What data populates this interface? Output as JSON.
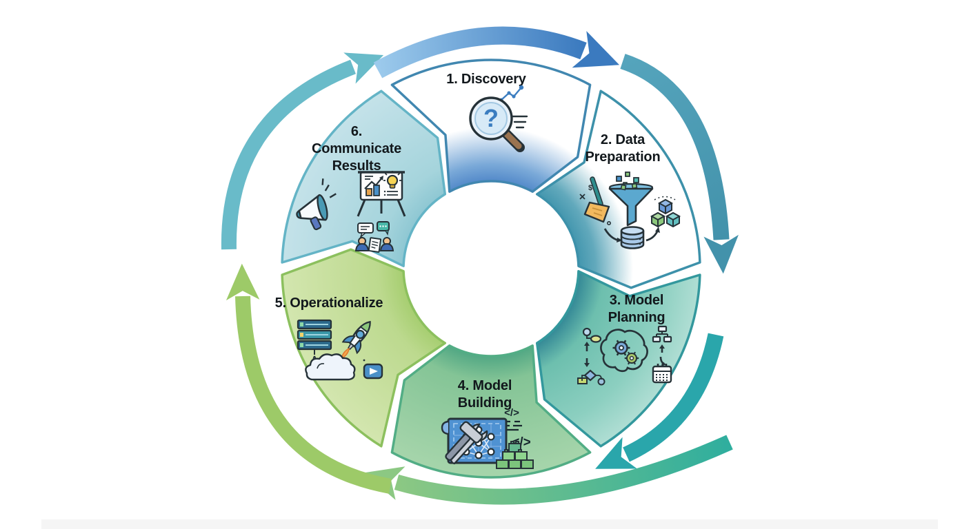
{
  "diagram": {
    "background": "#ffffff",
    "text_color": "#12181c",
    "center": {
      "fill": "#ffffff"
    },
    "segments": [
      {
        "id": "discovery",
        "label_lines": [
          "1. Discovery"
        ],
        "icon": "magnifier-question-icon",
        "outline": "#4187b0",
        "gradient": [
          [
            0.4,
            "#4a82c6"
          ],
          [
            0.5,
            "#7aa9d8"
          ],
          [
            0.68,
            "#ffffff"
          ],
          [
            1,
            "#ffffff"
          ]
        ]
      },
      {
        "id": "data-preparation",
        "label_lines": [
          "2. Data",
          "Preparation"
        ],
        "icon": "broom-funnel-database-icon",
        "outline": "#3d91aa",
        "gradient": [
          [
            0.4,
            "#3c92ab"
          ],
          [
            0.5,
            "#62a9bc"
          ],
          [
            0.68,
            "#ffffff"
          ],
          [
            1,
            "#ffffff"
          ]
        ]
      },
      {
        "id": "model-planning",
        "label_lines": [
          "3. Model",
          "Planning"
        ],
        "icon": "brain-gears-planning-icon",
        "outline": "#33989d",
        "gradient": [
          [
            0.4,
            "#2b8092"
          ],
          [
            0.54,
            "#6dbfae"
          ],
          [
            0.82,
            "#8ccfc0"
          ],
          [
            1,
            "#b0ded4"
          ]
        ]
      },
      {
        "id": "model-building",
        "label_lines": [
          "4. Model",
          "Building"
        ],
        "icon": "blueprint-tools-icon",
        "outline": "#52ad85",
        "gradient": [
          [
            0.4,
            "#4aa381"
          ],
          [
            0.54,
            "#84c496"
          ],
          [
            1,
            "#a6d5ab"
          ]
        ]
      },
      {
        "id": "operationalize",
        "label_lines": [
          "5. Operationalize"
        ],
        "icon": "rocket-launch-icon",
        "outline": "#8cc05e",
        "gradient": [
          [
            0.4,
            "#a3cc6c"
          ],
          [
            0.54,
            "#bcd98e"
          ],
          [
            1,
            "#d3e6af"
          ]
        ]
      },
      {
        "id": "communicate-results",
        "label_lines": [
          "6.",
          "Communicate",
          "Results"
        ],
        "icon": "megaphone-presentation-icon",
        "outline": "#64b4c6",
        "gradient": [
          [
            0.4,
            "#8ac5d1"
          ],
          [
            0.54,
            "#a5d4dc"
          ],
          [
            1,
            "#c4e2e9"
          ]
        ]
      }
    ],
    "flow_arrows": [
      {
        "id": "arrow-6-to-1",
        "from": "communicate-results",
        "to": "discovery",
        "color": "#69bbc9",
        "head": "#69bbc9"
      },
      {
        "id": "arrow-1-to-2",
        "from": "discovery",
        "to": "data-preparation",
        "color_start": "#9ccaec",
        "color_end": "#3b7abf",
        "head": "#3b7abf"
      },
      {
        "id": "arrow-2-to-3",
        "from": "data-preparation",
        "to": "model-planning",
        "color_start": "#55a4bc",
        "color_end": "#4392ab",
        "head": "#4392ab"
      },
      {
        "id": "arrow-3-to-4",
        "from": "model-planning",
        "to": "model-building",
        "color": "#2aa6ab",
        "head": "#2aa6ab"
      },
      {
        "id": "arrow-4-to-5",
        "from": "model-building",
        "to": "operationalize",
        "color_start": "#2fae9e",
        "color_end": "#8cc883",
        "head": "#8cc883"
      },
      {
        "id": "arrow-5-to-6",
        "from": "operationalize",
        "to": "communicate-results",
        "color": "#9dca68",
        "head": "#9dca68"
      }
    ],
    "icon_glyphs": {
      "question": "?",
      "code": "</>",
      "dollar": "$"
    }
  }
}
